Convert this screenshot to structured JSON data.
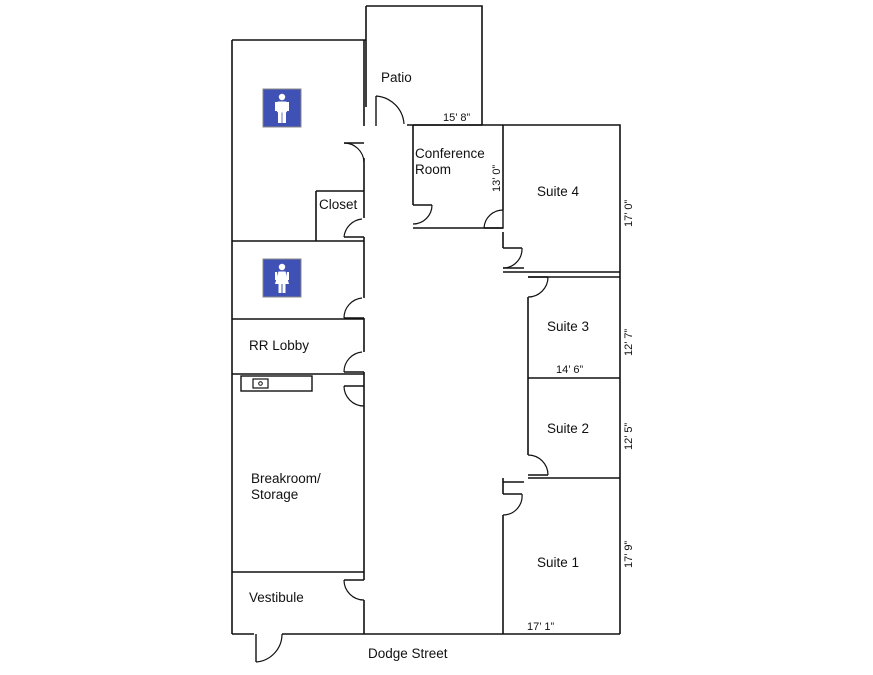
{
  "rooms": {
    "patio": "Patio",
    "conference_line1": "Conference",
    "conference_line2": "Room",
    "closet": "Closet",
    "suite4": "Suite 4",
    "suite3": "Suite 3",
    "suite2": "Suite 2",
    "suite1": "Suite 1",
    "rr_lobby": "RR Lobby",
    "breakroom_line1": "Breakroom/",
    "breakroom_line2": "Storage",
    "vestibule": "Vestibule"
  },
  "dimensions": {
    "patio_width": "15’ 8”",
    "conference_height": "13’ 0”",
    "suite4_height": "17’ 0”",
    "suite3_height": "12’ 7”",
    "suite3_width": "14’ 6”",
    "suite2_height": "12’ 5”",
    "suite1_height": "17’ 9”",
    "suite1_width": "17’ 1”"
  },
  "street": "Dodge Street",
  "icons": {
    "men": "men-restroom-icon",
    "women": "women-restroom-icon",
    "sink": "sink-icon"
  },
  "colors": {
    "restroom_sign_bg": "#3F51B5",
    "restroom_sign_figure": "#ffffff",
    "walls": "#111111"
  }
}
